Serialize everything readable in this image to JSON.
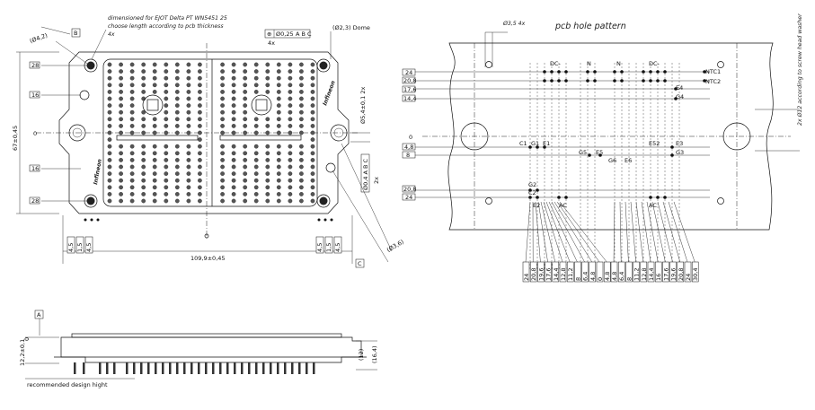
{
  "notes": {
    "ejot_line1": "dimensioned for EJOT Delta PT WN5451 25",
    "ejot_line2": "choose length according to pcb thickness",
    "ejot_line3": "4x",
    "dome": "(Ø2,3) Dome",
    "tol_pos": "Ø0,25",
    "tol_refs": "A B C",
    "tol_4x": "4x",
    "recommended": "recommended design hight"
  },
  "datums": {
    "a": "A",
    "b": "B",
    "c": "C"
  },
  "front_dims": {
    "angle_left": "(Ø4,2)",
    "height": "67±0,45",
    "width": "109,9±0,45",
    "hole_dia": "Ø5,4±0,1 2x",
    "angle_right": "(Ø3,6)",
    "tol_box": "Ø0,4 A B C",
    "tol_2x": "2x",
    "left_ticks": [
      "28",
      "16",
      "0",
      "16",
      "28"
    ],
    "bottom_left": [
      "4,5",
      "1,5",
      "4,5"
    ],
    "bottom_right": [
      "4,5",
      "1,5",
      "4,5"
    ],
    "logo": "Infineon"
  },
  "side_dims": {
    "h1": "12,2±0,1",
    "h2": "(12)",
    "h3": "(16,4)",
    "zero": "0"
  },
  "pcb": {
    "title": "pcb hole pattern",
    "hole_note": "Ø3,5 4x",
    "screw_note": "2x Ø12 according to screw head washer",
    "left_labels": [
      "24",
      "20,8",
      "17,6",
      "14,4",
      "0",
      "4,8",
      "8",
      "20,8",
      "24"
    ],
    "top_labels": [
      "DC-",
      "N",
      "N",
      "DC-"
    ],
    "right_labels": [
      "NTC1",
      "NTC2",
      "E4",
      "G4",
      "E3",
      "G3"
    ],
    "mid_labels": [
      "C1",
      "G1",
      "E1",
      "G5",
      "E5",
      "G6",
      "E6",
      "E2",
      "G2",
      "AC",
      "AC",
      "E52",
      "C2"
    ],
    "bottom_left": [
      "24",
      "20,8",
      "19,6",
      "17,6",
      "14,4",
      "12,8",
      "11,2",
      "8",
      "6,4",
      "4,8",
      "0",
      "4,8"
    ],
    "bottom_right": [
      "4,8",
      "6,4",
      "8",
      "11,2",
      "12,8",
      "14,4",
      "16",
      "17,6",
      "19,6",
      "20,8",
      "24",
      "30,4"
    ]
  }
}
